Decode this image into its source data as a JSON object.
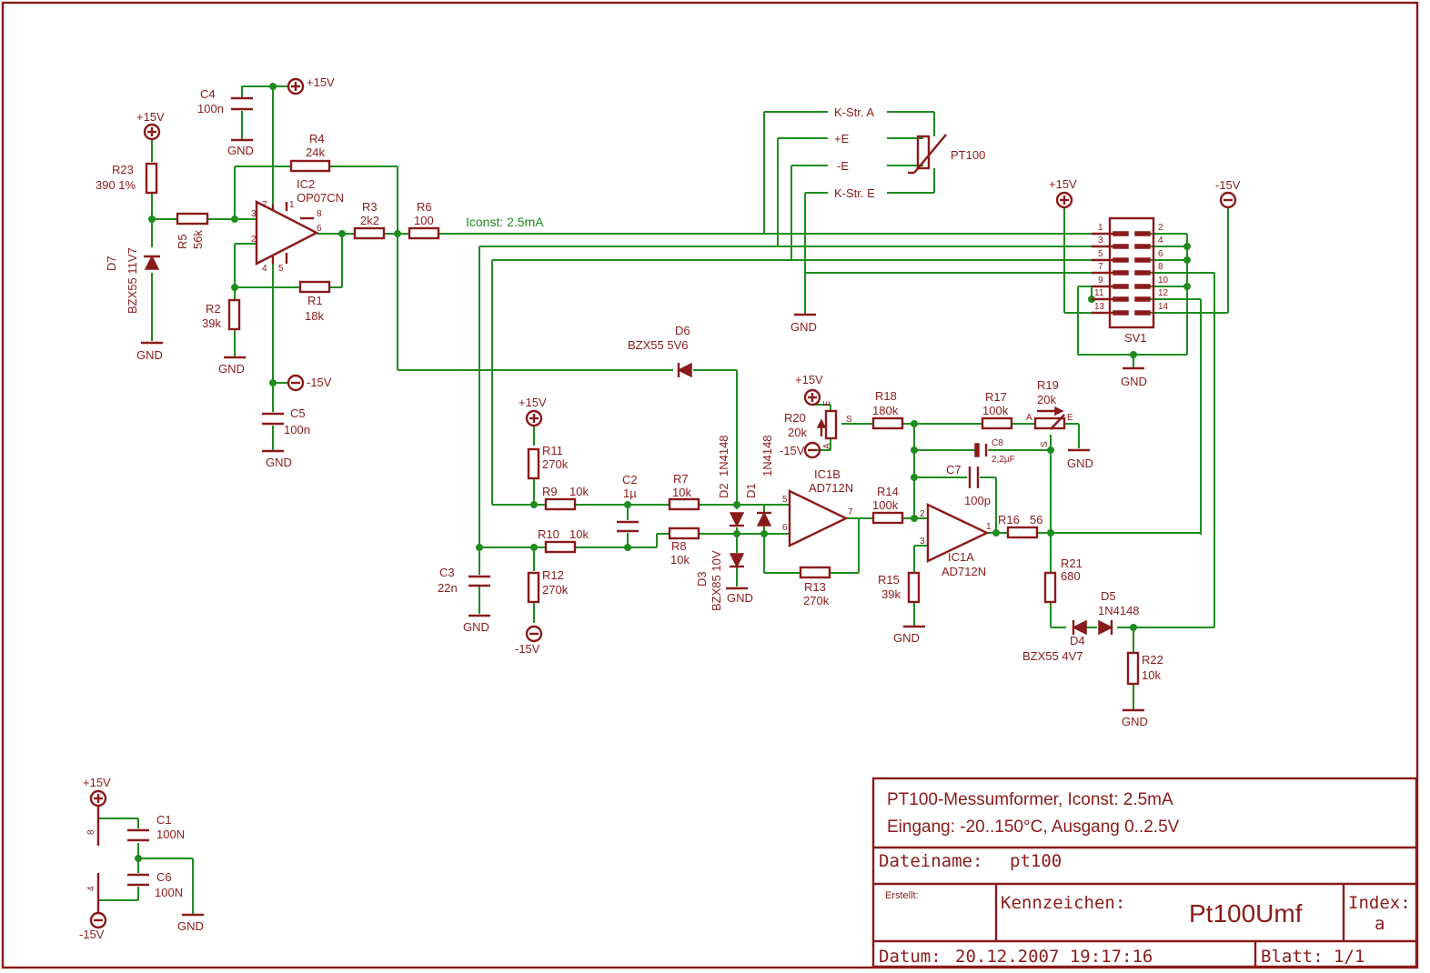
{
  "title_block": {
    "line1": "PT100-Messumformer, Iconst: 2.5mA",
    "line2": "Eingang: -20..150°C, Ausgang 0..2.5V",
    "dateiname_label": "Dateiname:",
    "dateiname_value": "pt100",
    "erstellt_label": "Erstellt:",
    "kennzeichen_label": "Kennzeichen:",
    "kennzeichen_value": "Pt100Umf",
    "index_label": "Index:",
    "index_value": "a",
    "datum_label": "Datum:",
    "datum_value": "20.12.2007 19:17:16",
    "blatt_label": "Blatt:",
    "blatt_value": "1/1"
  },
  "supplies": {
    "p15": "+15V",
    "m15": "-15V",
    "gnd": "GND"
  },
  "net_label": "Iconst: 2.5mA",
  "connector": {
    "name": "SV1",
    "pins_left": [
      "1",
      "3",
      "5",
      "7",
      "9",
      "11",
      "13"
    ],
    "pins_right": [
      "2",
      "4",
      "6",
      "8",
      "10",
      "12",
      "14"
    ]
  },
  "sensor": {
    "name": "PT100",
    "pins": [
      "K-Str. A",
      "+E",
      "-E",
      "K-Str. E"
    ]
  },
  "components": {
    "c4": {
      "name": "C4",
      "value": "100n"
    },
    "r4": {
      "name": "R4",
      "value": "24k"
    },
    "ic2": {
      "name": "IC2",
      "value": "OP07CN"
    },
    "ic2_pins": {
      "p3": "3",
      "p2": "2",
      "p7": "7",
      "p1": "1",
      "p8": "8",
      "p6": "6",
      "p4": "4",
      "p5": "5"
    },
    "r23": {
      "name": "R23",
      "value": "390 1%"
    },
    "r5": {
      "name": "R5",
      "value": "56k"
    },
    "d7": {
      "name": "D7",
      "value": "BZX55 11V7"
    },
    "r3": {
      "name": "R3",
      "value": "2k2"
    },
    "r6": {
      "name": "R6",
      "value": "100"
    },
    "r2": {
      "name": "R2",
      "value": "39k"
    },
    "r1": {
      "name": "R1",
      "value": "18k"
    },
    "c5": {
      "name": "C5",
      "value": "100n"
    },
    "d6": {
      "name": "D6",
      "value": "BZX55 5V6"
    },
    "r20": {
      "name": "R20",
      "value": "20k"
    },
    "r20_pins": {
      "e": "E",
      "s": "S",
      "a": "A"
    },
    "r18": {
      "name": "R18",
      "value": "180k"
    },
    "r17": {
      "name": "R17",
      "value": "100k"
    },
    "r19": {
      "name": "R19",
      "value": "20k"
    },
    "r19_pins": {
      "a": "A",
      "e": "E",
      "s": "S"
    },
    "c8": {
      "name": "C8",
      "value": "2,2µF"
    },
    "c7": {
      "name": "C7",
      "value": "100p"
    },
    "r11": {
      "name": "R11",
      "value": "270k"
    },
    "c2": {
      "name": "C2",
      "value": "1µ"
    },
    "r9": {
      "name": "R9",
      "value": "10k"
    },
    "r7": {
      "name": "R7",
      "value": "10k"
    },
    "d2": {
      "name": "D2",
      "value": "1N4148"
    },
    "d1": {
      "name": "D1",
      "value": "1N4148"
    },
    "ic1b": {
      "name": "IC1B",
      "value": "AD712N"
    },
    "ic1b_pins": {
      "p5": "5",
      "p6": "6",
      "p7": "7"
    },
    "r14": {
      "name": "R14",
      "value": "100k"
    },
    "ic1a": {
      "name": "IC1A",
      "value": "AD712N"
    },
    "ic1a_pins": {
      "p2": "2",
      "p3": "3",
      "p1": "1"
    },
    "r16": {
      "name": "R16",
      "value": "56"
    },
    "r10": {
      "name": "R10",
      "value": "10k"
    },
    "r8": {
      "name": "R8",
      "value": "10k"
    },
    "d3": {
      "name": "D3",
      "value": "BZX85 10V"
    },
    "r13": {
      "name": "R13",
      "value": "270k"
    },
    "r15": {
      "name": "R15",
      "value": "39k"
    },
    "c3": {
      "name": "C3",
      "value": "22n"
    },
    "r12": {
      "name": "R12",
      "value": "270k"
    },
    "r21": {
      "name": "R21",
      "value": "680"
    },
    "d4": {
      "name": "D4",
      "value": "BZX55 4V7"
    },
    "d5": {
      "name": "D5",
      "value": "1N4148"
    },
    "r22": {
      "name": "R22",
      "value": "10k"
    },
    "c1": {
      "name": "C1",
      "value": "100N"
    },
    "c6": {
      "name": "C6",
      "value": "100N"
    },
    "pin8": "8",
    "pin4": "4"
  }
}
